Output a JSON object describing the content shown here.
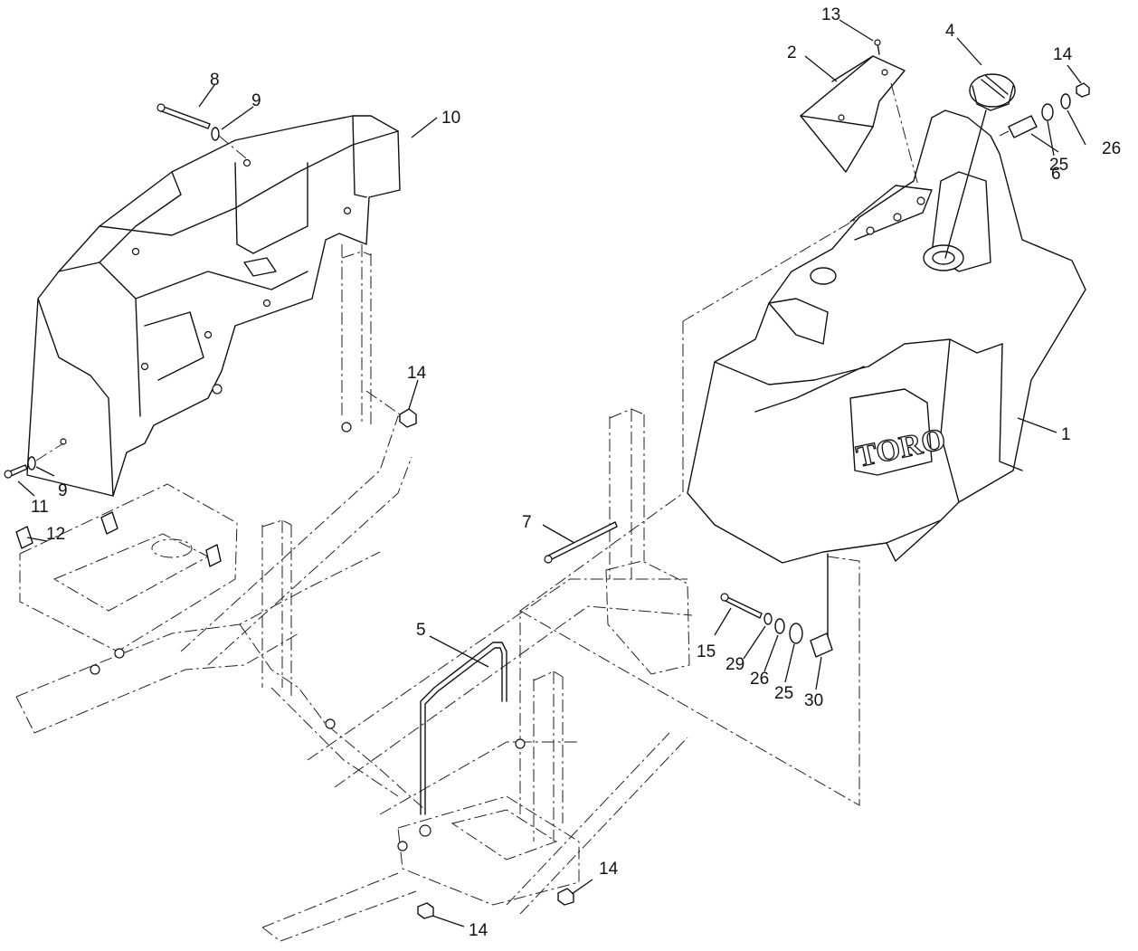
{
  "diagram": {
    "brand_logo": "TORO",
    "callouts": [
      {
        "id": "c1",
        "label": "1"
      },
      {
        "id": "c2",
        "label": "2"
      },
      {
        "id": "c4",
        "label": "4"
      },
      {
        "id": "c5",
        "label": "5"
      },
      {
        "id": "c6",
        "label": "6"
      },
      {
        "id": "c7",
        "label": "7"
      },
      {
        "id": "c8",
        "label": "8"
      },
      {
        "id": "c9a",
        "label": "9"
      },
      {
        "id": "c9b",
        "label": "9"
      },
      {
        "id": "c10",
        "label": "10"
      },
      {
        "id": "c11",
        "label": "11"
      },
      {
        "id": "c12",
        "label": "12"
      },
      {
        "id": "c13",
        "label": "13"
      },
      {
        "id": "c14a",
        "label": "14"
      },
      {
        "id": "c14b",
        "label": "14"
      },
      {
        "id": "c14c",
        "label": "14"
      },
      {
        "id": "c14d",
        "label": "14"
      },
      {
        "id": "c15",
        "label": "15"
      },
      {
        "id": "c25a",
        "label": "25"
      },
      {
        "id": "c25b",
        "label": "25"
      },
      {
        "id": "c26a",
        "label": "26"
      },
      {
        "id": "c26b",
        "label": "26"
      },
      {
        "id": "c29",
        "label": "29"
      },
      {
        "id": "c30",
        "label": "30"
      }
    ]
  }
}
